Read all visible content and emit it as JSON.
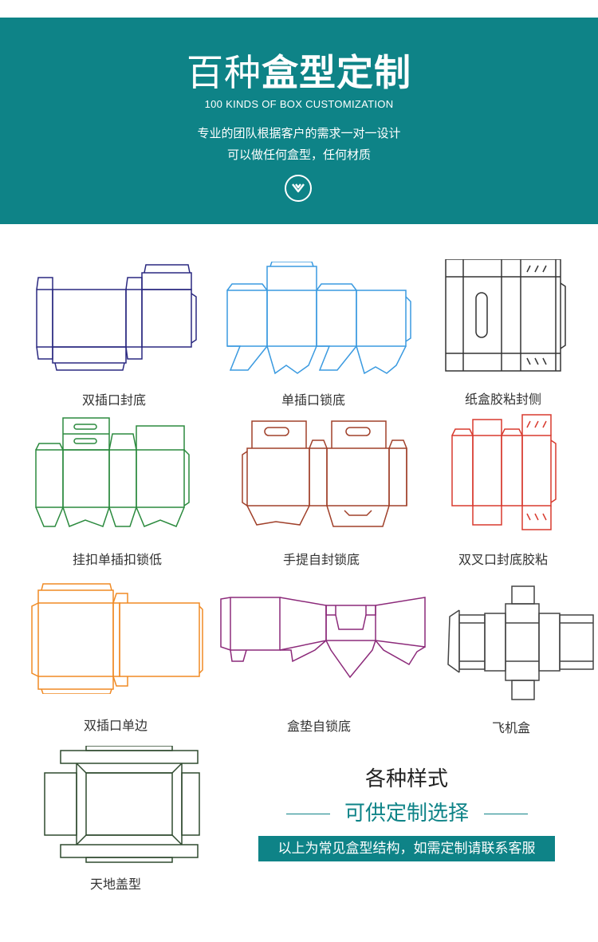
{
  "banner": {
    "title_thin": "百种",
    "title_bold": "盒型定制",
    "subtitle_en": "100 KINDS OF BOX CUSTOMIZATION",
    "desc_line1": "专业的团队根据客户的需求一对一设计",
    "desc_line2": "可以做任何盒型，任何材质",
    "down_icon": "chevron-down-circle-icon"
  },
  "colors": {
    "banner_bg": "#0e8387",
    "navy": "#2a2880",
    "blue": "#3a9ae0",
    "dark": "#333333",
    "green": "#2b8a3e",
    "brown": "#a0402a",
    "red": "#d83a2e",
    "orange": "#f08a24",
    "purple": "#8c2a7a",
    "gray": "#444444",
    "olive": "#2f4a2f"
  },
  "box_types": [
    {
      "label": "双插口封底"
    },
    {
      "label": "单插口锁底"
    },
    {
      "label": "纸盒胶粘封侧"
    },
    {
      "label": "挂扣单插扣锁低"
    },
    {
      "label": "手提自封锁底"
    },
    {
      "label": "双叉口封底胶粘"
    },
    {
      "label": "双插口单边"
    },
    {
      "label": "盒垫自锁底"
    },
    {
      "label": "飞机盒"
    },
    {
      "label": "天地盖型"
    }
  ],
  "slogan": {
    "line1": "各种样式",
    "line2": "可供定制选择",
    "bar": "以上为常见盒型结构，如需定制请联系客服"
  }
}
